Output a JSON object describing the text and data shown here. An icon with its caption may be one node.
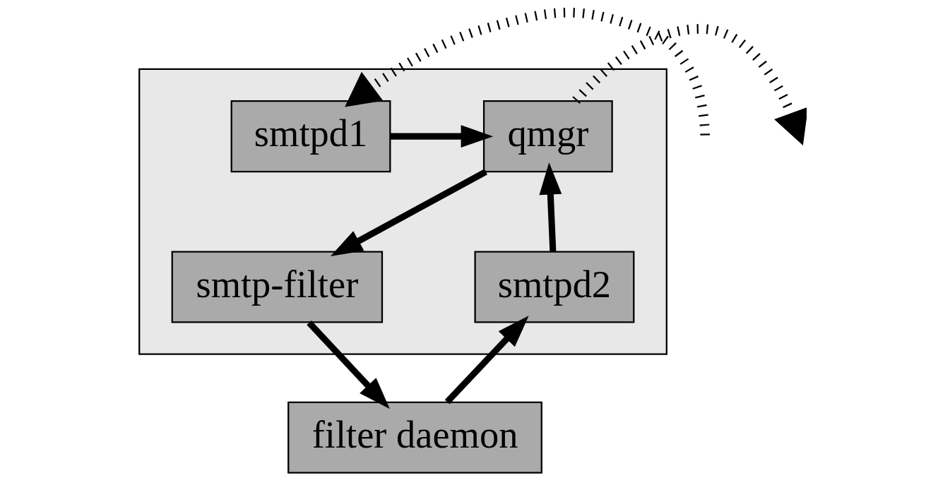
{
  "diagram": {
    "nodes": [
      {
        "text": [],
        "shape": "box"
      },
      {
        "text": [
          "smtpd1"
        ],
        "in": 0
      },
      {
        "text": [
          "qmgr"
        ],
        "in": 0
      },
      {
        "text": [
          "smtp-filter"
        ],
        "in": 0
      },
      {
        "text": [
          "smtpd2"
        ],
        "in": 0
      },
      {
        "text": [
          "filter daemon"
        ]
      }
    ],
    "edges": [
      {
        "from": null,
        "to": 1,
        "arrow": "to",
        "style": "dashed"
      },
      {
        "from": 1,
        "to": 2,
        "arrow": "to"
      },
      {
        "from": 2,
        "to": 3,
        "arrow": "to"
      },
      {
        "from": 4,
        "to": 2,
        "arrow": "to"
      },
      {
        "from": 3,
        "to": 5,
        "arrow": "to"
      },
      {
        "from": 5,
        "to": 4,
        "arrow": "to"
      },
      {
        "from": 2,
        "to": null,
        "arrow": "to",
        "style": "dashed"
      }
    ]
  }
}
